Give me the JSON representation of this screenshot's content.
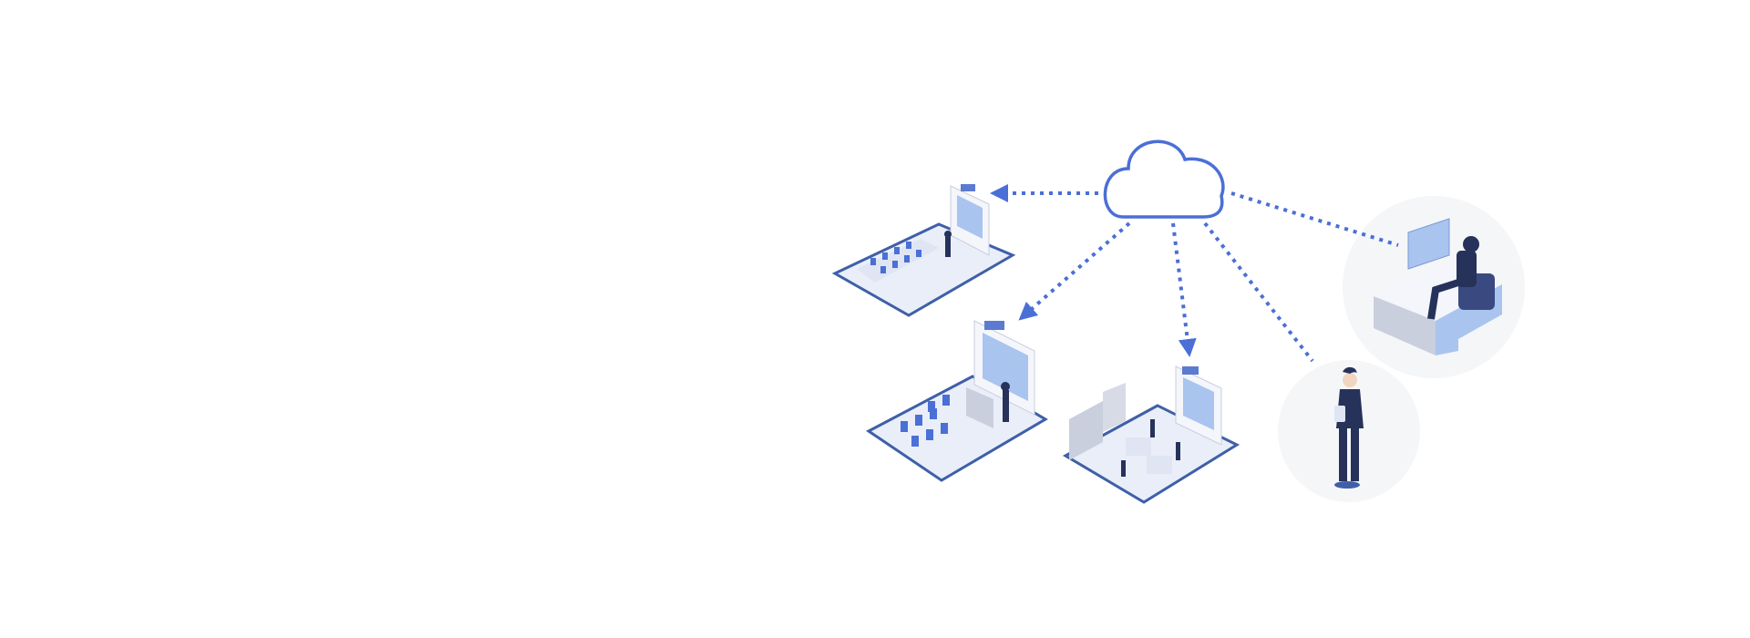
{
  "colors": {
    "background": "#ffffff",
    "accent": "#4a6fd6",
    "platform": "#e9eef9",
    "platform_edge": "#3f5fa8",
    "suit": "#26325a",
    "circle_bg": "#f5f6f8",
    "screen": "#a9c4ee",
    "desk": "#f4f6fb",
    "desk_side": "#c9cfdc"
  },
  "icons": [
    "cloud-icon",
    "classroom-illustration",
    "lecture-hall-illustration",
    "laboratory-illustration",
    "desk-worker-illustration",
    "standing-businessman-illustration"
  ]
}
